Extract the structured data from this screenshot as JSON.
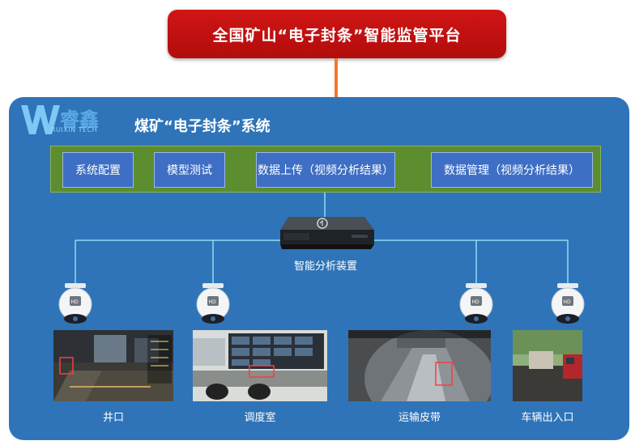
{
  "platform_title": "全国矿山“电子封条”智能监管平台",
  "system_title": "煤矿“电子封条”系统",
  "logo": {
    "text": "睿鑫",
    "subtext": "RUIXIN TECH"
  },
  "menu": [
    "系统配置",
    "模型测试",
    "数据上传（视频分析结果）",
    "数据管理（视频分析结果）"
  ],
  "device_label": "智能分析装置",
  "sites": [
    "井口",
    "调度室",
    "运输皮带",
    "车辆出入口"
  ],
  "colors": {
    "platform_red": "#c41010",
    "connector_orange": "#f07a2a",
    "panel_blue": "#2f74b9",
    "menu_green": "#5c8d2e",
    "button_blue": "#3e6fc4",
    "line_cyan": "#8fdcf2"
  }
}
